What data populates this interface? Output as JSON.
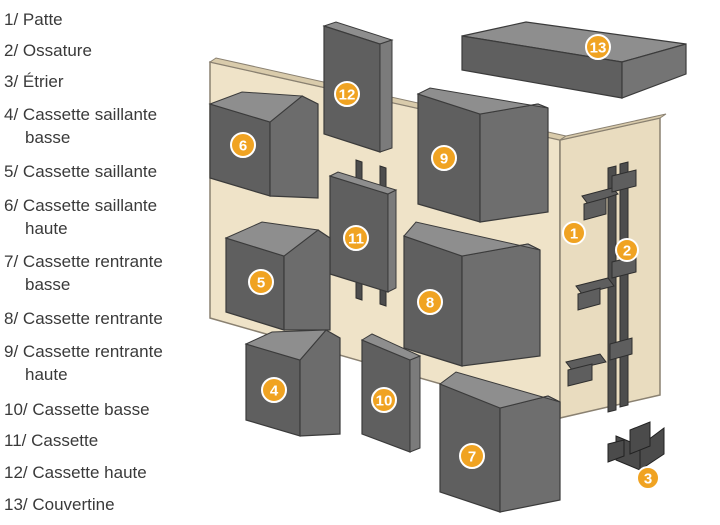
{
  "legend": [
    {
      "num": "1/",
      "text": "Patte",
      "cont": ""
    },
    {
      "num": "2/",
      "text": "Ossature",
      "cont": ""
    },
    {
      "num": "3/",
      "text": "Étrier",
      "cont": ""
    },
    {
      "num": "4/",
      "text": "Cassette saillante",
      "cont": "basse"
    },
    {
      "num": "5/",
      "text": "Cassette saillante",
      "cont": ""
    },
    {
      "num": "6/",
      "text": "Cassette saillante",
      "cont": "haute"
    },
    {
      "num": "7/",
      "text": "Cassette rentrante",
      "cont": "basse"
    },
    {
      "num": "8/",
      "text": "Cassette rentrante",
      "cont": ""
    },
    {
      "num": "9/",
      "text": "Cassette rentrante",
      "cont": "haute"
    },
    {
      "num": "10/",
      "text": "Cassette basse",
      "cont": ""
    },
    {
      "num": "11/",
      "text": "Cassette",
      "cont": ""
    },
    {
      "num": "12/",
      "text": "Cassette haute",
      "cont": ""
    },
    {
      "num": "13/",
      "text": "Couvertine",
      "cont": ""
    }
  ],
  "badges": [
    "1",
    "2",
    "3",
    "4",
    "5",
    "6",
    "7",
    "8",
    "9",
    "10",
    "11",
    "12",
    "13"
  ],
  "colors": {
    "wall": "#efe3c8",
    "wall_edge": "#8a8171",
    "panel_front": "#5f5f5f",
    "panel_side": "#7b7b7b",
    "panel_top": "#8e8e8e",
    "badge": "#f0a322",
    "text": "#3a3a3a"
  }
}
